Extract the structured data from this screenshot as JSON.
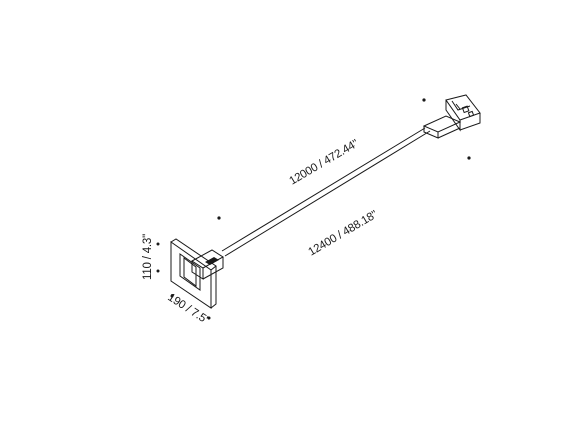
{
  "dimensions": {
    "cable_length": "12000 / 472.44\"",
    "overall_length": "12400 / 488.18\"",
    "plate_height": "110 / 4.3\"",
    "plate_width": "190 / 7.5\""
  }
}
